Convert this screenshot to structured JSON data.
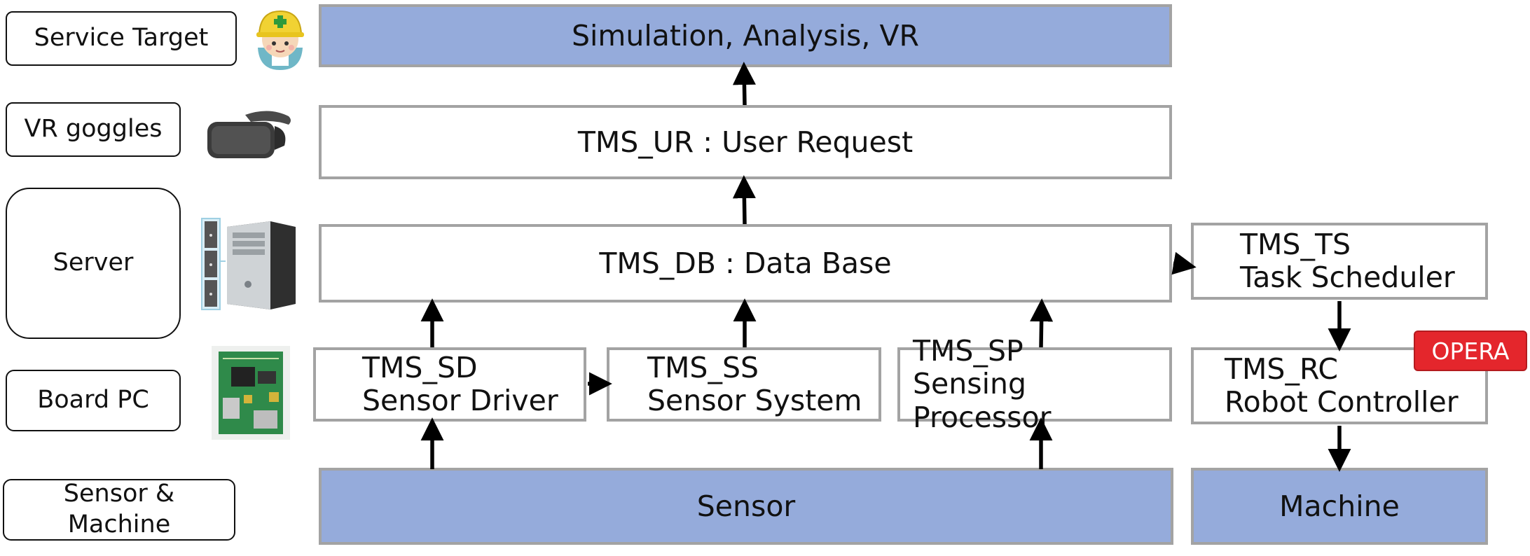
{
  "legend": {
    "service_target": "Service Target",
    "vr_goggles": "VR goggles",
    "server": "Server",
    "board_pc": "Board PC",
    "sensor_machine_1": "Sensor &",
    "sensor_machine_2": "Machine"
  },
  "blocks": {
    "simulation": "Simulation, Analysis, VR",
    "tms_ur": "TMS_UR : User Request",
    "tms_db": "TMS_DB : Data Base",
    "tms_ts_name": "TMS_TS",
    "tms_ts_desc": "Task Scheduler",
    "tms_sd_name": "TMS_SD",
    "tms_sd_desc": "Sensor Driver",
    "tms_ss_name": "TMS_SS",
    "tms_ss_desc": "Sensor System",
    "tms_sp_name": "TMS_SP",
    "tms_sp_desc": "Sensing Processor",
    "tms_rc_name": "TMS_RC",
    "tms_rc_desc": "Robot Controller",
    "sensor": "Sensor",
    "machine": "Machine",
    "opera_badge": "OPERA"
  },
  "icons": {
    "worker": "worker-helmet-icon",
    "goggles": "vr-goggles-icon",
    "server": "server-tower-icon",
    "board": "circuit-board-icon"
  },
  "colors": {
    "block_fill": "#95abdb",
    "block_border": "#a3a3a3",
    "badge": "#e4262c"
  }
}
